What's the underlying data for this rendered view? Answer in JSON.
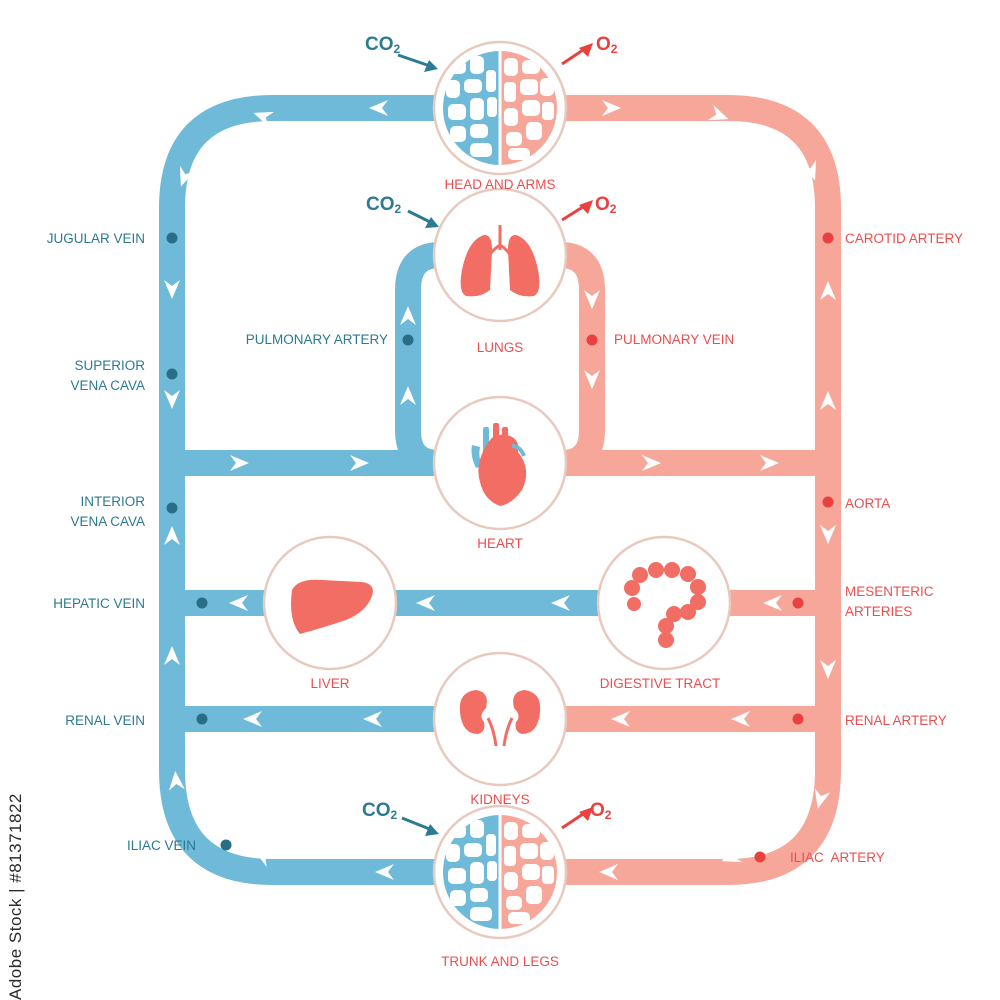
{
  "colors": {
    "vein": "#6fbad9",
    "vein_text": "#2c7a93",
    "vein_dot": "#2a6d86",
    "artery": "#f7a79a",
    "artery_text": "#ea4f4f",
    "artery_dot": "#e8413f",
    "organ": "#f26d63",
    "vein_organ": "#6fbad9",
    "ring": "#e8c9be",
    "arrow": "#ffffff"
  },
  "organs": {
    "head_arms": {
      "label": "HEAD AND ARMS",
      "icon": "capillary-bed-icon"
    },
    "lungs": {
      "label": "LUNGS",
      "icon": "lungs-icon"
    },
    "heart": {
      "label": "HEART",
      "icon": "heart-icon"
    },
    "liver": {
      "label": "LIVER",
      "icon": "liver-icon"
    },
    "digestive": {
      "label": "DIGESTIVE TRACT",
      "icon": "intestine-icon"
    },
    "kidneys": {
      "label": "KIDNEYS",
      "icon": "kidneys-icon"
    },
    "trunk_legs": {
      "label": "TRUNK AND LEGS",
      "icon": "capillary-bed-icon"
    }
  },
  "vessels_left": {
    "jugular_vein": "JUGULAR VEIN",
    "superior_vena_cava_1": "SUPERIOR",
    "superior_vena_cava_2": "VENA CAVA",
    "interior_vena_cava_1": "INTERIOR",
    "interior_vena_cava_2": "VENA CAVA",
    "hepatic_vein": "HEPATIC VEIN",
    "renal_vein": "RENAL VEIN",
    "iliac_vein": "ILIAC VEIN",
    "pulmonary_artery": "PULMONARY ARTERY"
  },
  "vessels_right": {
    "carotid_artery": "CAROTID ARTERY",
    "pulmonary_vein": "PULMONARY VEIN",
    "aorta": "AORTA",
    "mesenteric_arteries_1": "MESENTERIC",
    "mesenteric_arteries_2": "ARTERIES",
    "renal_artery": "RENAL ARTERY",
    "iliac_artery": "ILIAC  ARTERY"
  },
  "gases": {
    "co2_main": "CO",
    "co2_sub": "2",
    "o2_main": "O",
    "o2_sub": "2"
  },
  "watermark": "Adobe Stock | #81371822"
}
